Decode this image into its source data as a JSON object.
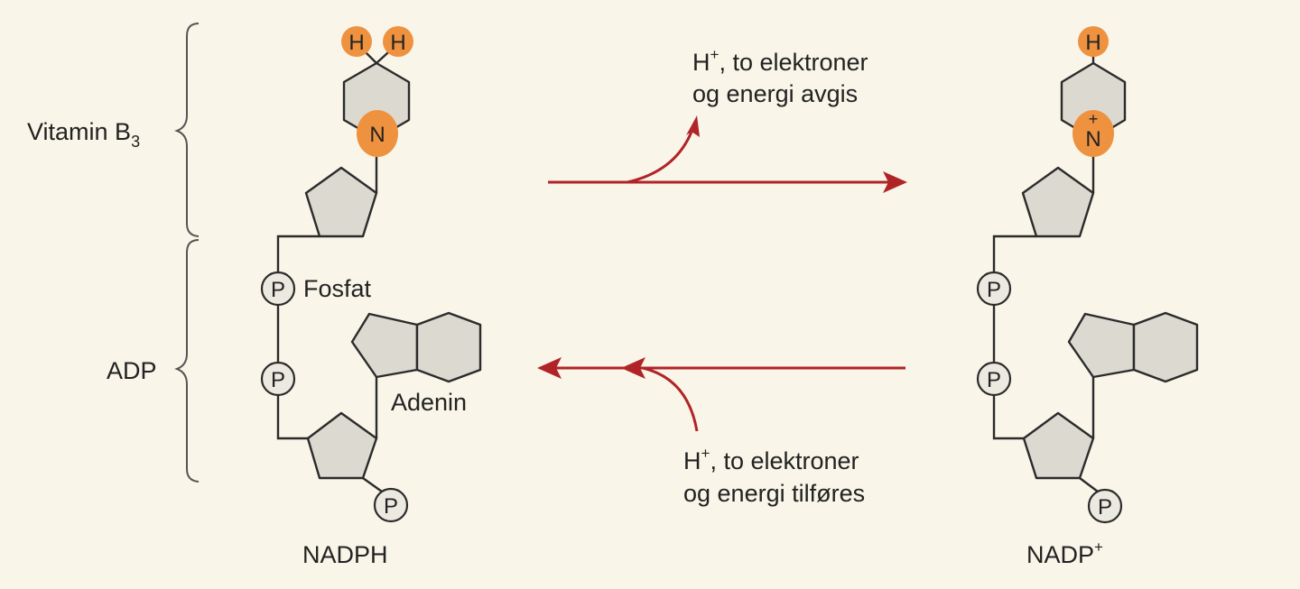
{
  "labels": {
    "vitamin_b3_main": "Vitamin B",
    "vitamin_b3_sub": "3",
    "adp": "ADP",
    "fosfat": "Fosfat",
    "adenin": "Adenin",
    "nadph": "NADPH",
    "nadp_main": "NADP",
    "nadp_sup": "+"
  },
  "atoms": {
    "hydrogen": "H",
    "nitrogen": "N",
    "plus": "+",
    "phosphate": "P"
  },
  "reactions": {
    "top_h": "H",
    "top_sup": "+",
    "top_line1_rest": ", to elektroner",
    "top_line2": "og energi avgis",
    "bottom_h": "H",
    "bottom_sup": "+",
    "bottom_line1_rest": ", to elektroner",
    "bottom_line2": "og energi tilføres"
  },
  "colors": {
    "background": "#f9f5e8",
    "arrow": "#b02428",
    "highlight": "#ee9240",
    "ring_fill": "#dcd9d1"
  }
}
